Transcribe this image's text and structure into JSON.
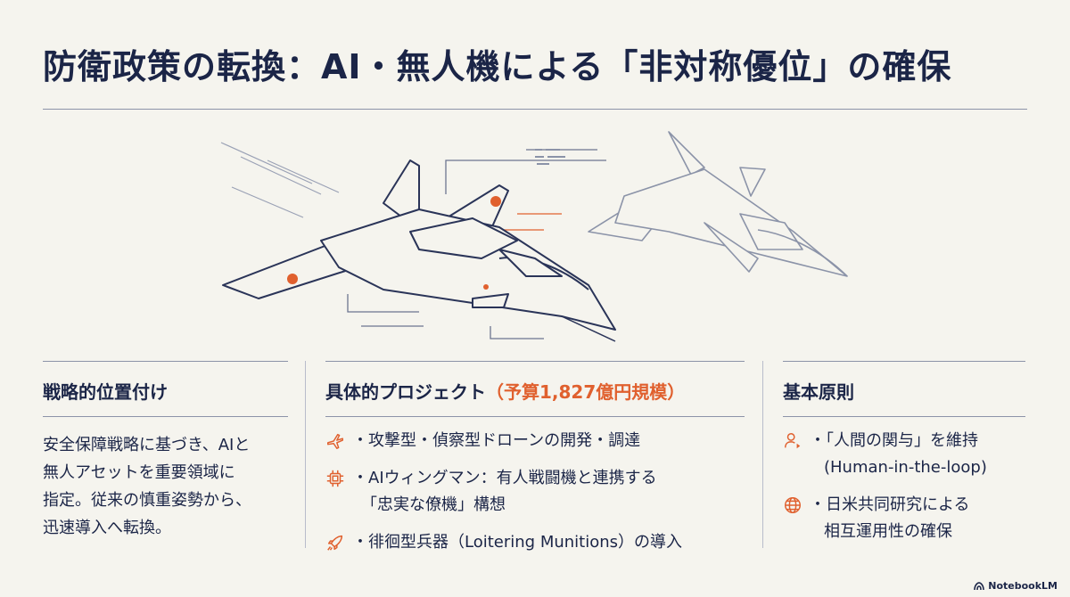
{
  "title": "防衛政策の転換：AI・無人機による「非対称優位」の確保",
  "columns": {
    "left": {
      "heading": "戦略的位置付け",
      "lines": [
        "安全保障戦略に基づき、AIと",
        "無人アセットを重要領域に",
        "指定。従来の慎重姿勢から、",
        "迅速導入へ転換。"
      ]
    },
    "middle": {
      "heading": "具体的プロジェクト",
      "heading_accent": "（予算1,827億円規模）",
      "items": [
        {
          "icon": "fighter-jet-icon",
          "lines": [
            "・攻撃型・偵察型ドローンの開発・調達"
          ]
        },
        {
          "icon": "ai-chip-icon",
          "lines": [
            "・AIウィングマン：有人戦闘機と連携する",
            "「忠実な僚機」構想"
          ]
        },
        {
          "icon": "missile-icon",
          "lines": [
            "・徘徊型兵器（Loitering Munitions）の導入"
          ]
        }
      ]
    },
    "right": {
      "heading": "基本原則",
      "items": [
        {
          "icon": "human-in-loop-icon",
          "lines": [
            "・「人間の関与」を維持",
            "(Human-in-the-loop)"
          ]
        },
        {
          "icon": "globe-icon",
          "lines": [
            "・日米共同研究による",
            "相互運用性の確保"
          ]
        }
      ]
    }
  },
  "brand": "NotebookLM",
  "colors": {
    "navy": "#1b2547",
    "accent": "#e0602e",
    "background": "#f5f4ee"
  }
}
